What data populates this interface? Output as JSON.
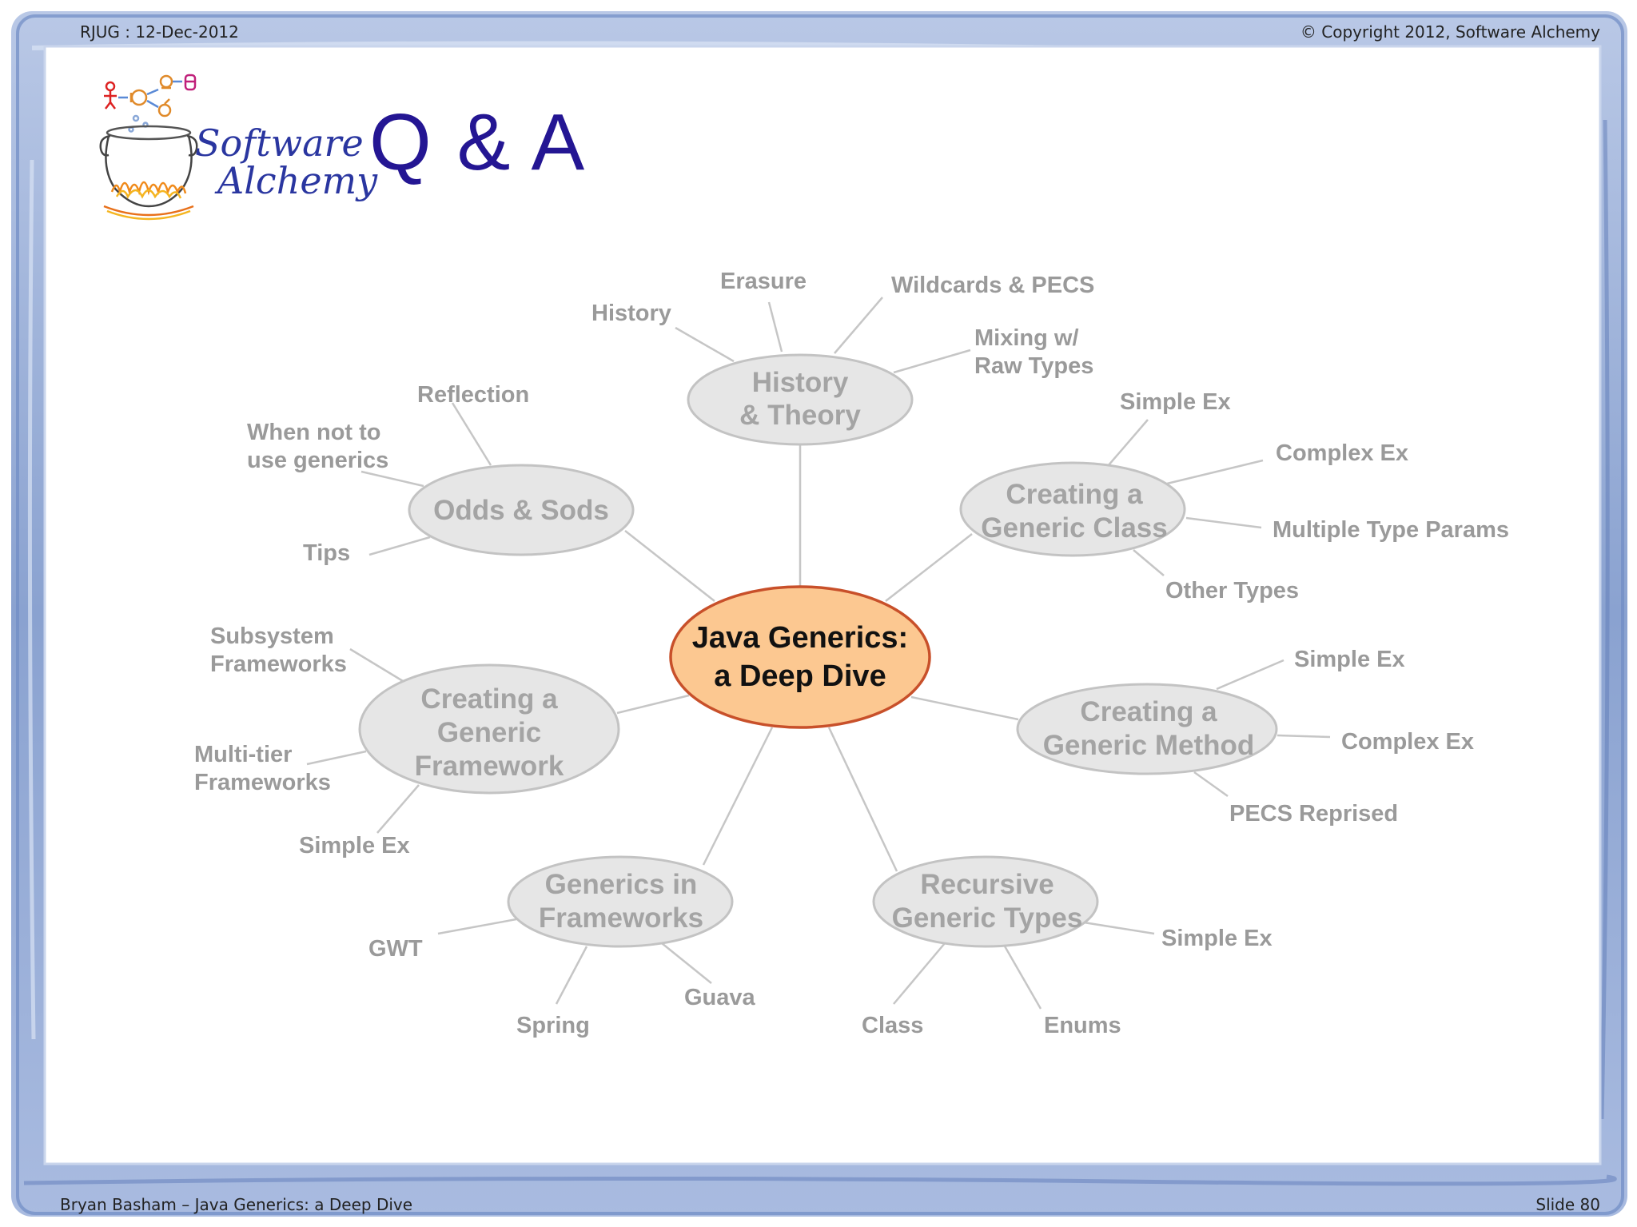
{
  "header": {
    "left": "RJUG : 12-Dec-2012",
    "right": "© Copyright 2012, Software Alchemy"
  },
  "footer": {
    "left": "Bryan Basham – Java Generics: a Deep Dive",
    "right": "Slide 80"
  },
  "slide_title": "Q & A",
  "logo": {
    "line1": "Software",
    "line2": "Alchemy"
  },
  "mindmap": {
    "center": [
      "Java Generics:",
      "a Deep Dive"
    ],
    "hubs": {
      "history": [
        "History",
        "& Theory"
      ],
      "creating_class": [
        "Creating a",
        "Generic Class"
      ],
      "creating_method": [
        "Creating a",
        "Generic Method"
      ],
      "recursive": [
        "Recursive",
        "Generic Types"
      ],
      "frameworks": [
        "Generics in",
        "Frameworks"
      ],
      "creating_framework": [
        "Creating a",
        "Generic",
        "Framework"
      ],
      "odds": [
        "Odds & Sods"
      ]
    },
    "leaves": {
      "history": [
        "History",
        "Erasure",
        "Wildcards & PECS",
        "Mixing w/",
        "Raw Types"
      ],
      "creating_class": [
        "Simple Ex",
        "Complex Ex",
        "Multiple Type Params",
        "Other Types"
      ],
      "creating_method": [
        "Simple Ex",
        "Complex Ex",
        "PECS Reprised"
      ],
      "recursive": [
        "Simple Ex",
        "Class",
        "Enums"
      ],
      "frameworks": [
        "GWT",
        "Spring",
        "Guava"
      ],
      "creating_framework": [
        "Subsystem",
        "Frameworks",
        "Multi-tier",
        "Frameworks",
        "Simple Ex"
      ],
      "odds": [
        "Reflection",
        "When not to",
        "use generics",
        "Tips"
      ]
    }
  },
  "colors": {
    "title": "#241693",
    "center_fill": "#fcc891",
    "center_stroke": "#c8502a",
    "hub_fill": "#e6e6e6",
    "hub_stroke": "#c3c3c3",
    "connector": "#c6c6c6",
    "leaf_text": "#9a9a9a",
    "frame": "#7e98c9"
  }
}
